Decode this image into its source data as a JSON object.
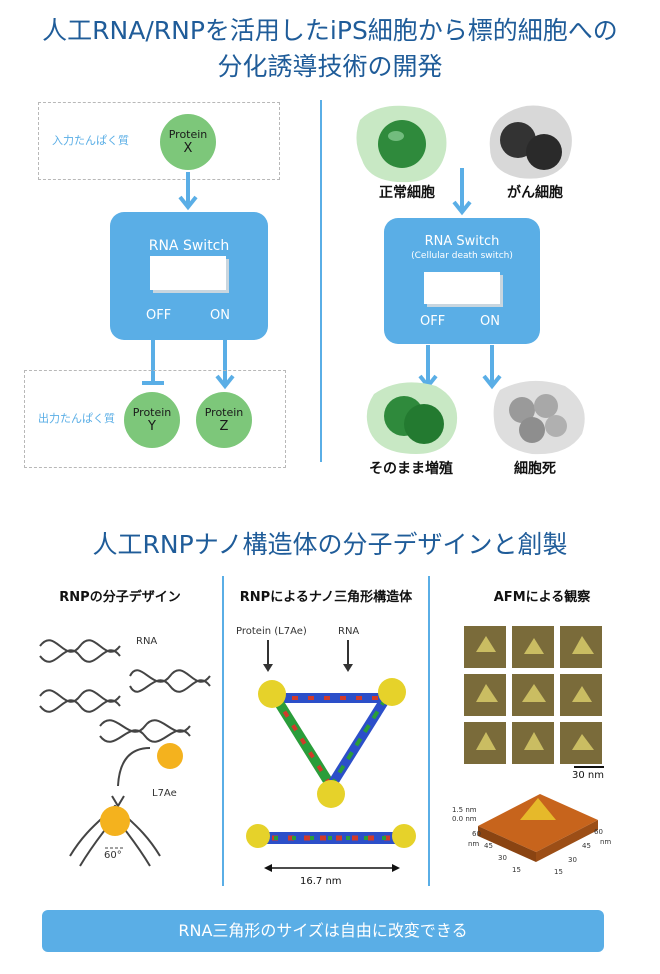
{
  "top_title_line1": "人工RNA/RNPを活用したiPS細胞から標的細胞への",
  "top_title_line2": "分化誘導技術の開発",
  "left_panel": {
    "input_label": "入力たんぱく質",
    "input_circle": {
      "line1": "Protein",
      "line2": "X"
    },
    "switch_title": "RNA Switch",
    "off_label": "OFF",
    "on_label": "ON",
    "output_label": "出力たんぱく質",
    "output_y": {
      "line1": "Protein",
      "line2": "Y"
    },
    "output_z": {
      "line1": "Protein",
      "line2": "Z"
    }
  },
  "right_panel": {
    "normal_cell": "正常細胞",
    "cancer_cell": "がん細胞",
    "switch_title": "RNA Switch",
    "switch_subtitle": "(Cellular death switch)",
    "off_label": "OFF",
    "on_label": "ON",
    "proliferate": "そのまま増殖",
    "death": "細胞死"
  },
  "mid_title": "人工RNPナノ構造体の分子デザインと創製",
  "col1": {
    "heading": "RNPの分子デザイン",
    "rna_label": "RNA",
    "l7ae_label": "L7Ae",
    "angle_label": "60°"
  },
  "col2": {
    "heading": "RNPによるナノ三角形構造体",
    "protein_label": "Protein (L7Ae)",
    "rna_label": "RNA",
    "size_label": "16.7 nm"
  },
  "col3": {
    "heading": "AFMによる観察",
    "scale_label": "30 nm",
    "z_top": "1.5 nm",
    "z_bottom": "0.0 nm",
    "axis_left": [
      "60",
      "45",
      "30",
      "15"
    ],
    "axis_right": [
      "60",
      "45",
      "30",
      "15"
    ],
    "axis_left_unit": "nm",
    "axis_right_unit": "nm"
  },
  "bottom_banner": "RNA三角形のサイズは自由に改変できる"
}
